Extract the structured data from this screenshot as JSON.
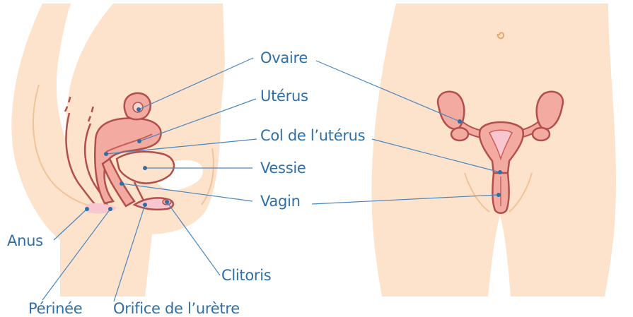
{
  "diagram": {
    "colors": {
      "skin": "#fde2cc",
      "organ": "#f3aaa0",
      "organ_dark": "#c95f5a",
      "outline": "#b24f4b",
      "label": "#2e6fa8",
      "leader": "#4a86bf"
    },
    "labels": {
      "ovary": "Ovaire",
      "uterus": "Utérus",
      "cervix": "Col de l’utérus",
      "bladder": "Vessie",
      "vagina": "Vagin",
      "anus": "Anus",
      "clitoris": "Clitoris",
      "perineum": "Périnée",
      "urethral_orifice": "Orifice de l’urètre"
    }
  }
}
